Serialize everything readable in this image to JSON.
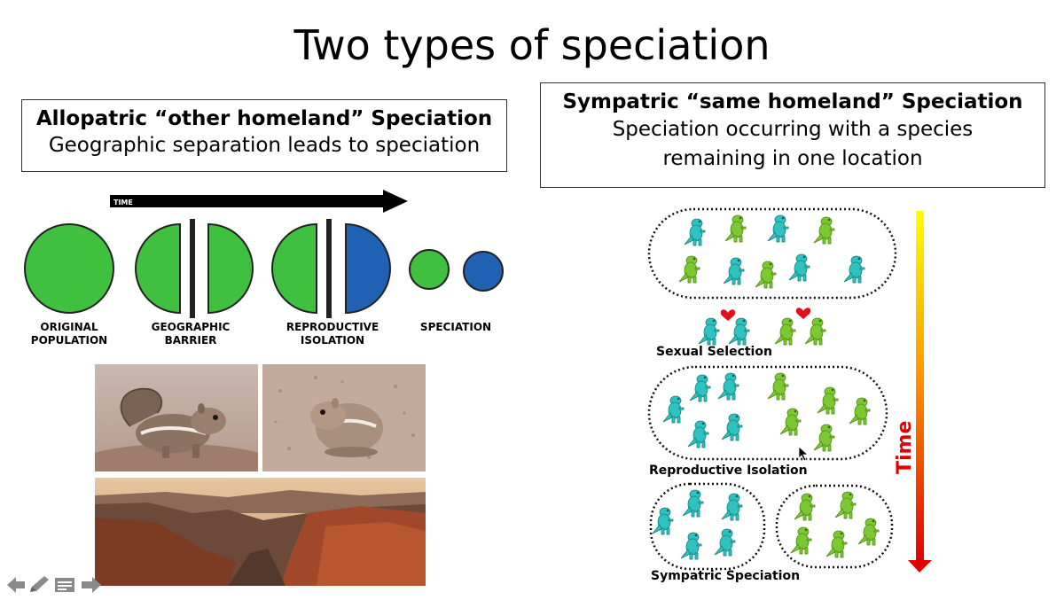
{
  "slide": {
    "title": "Two types of speciation"
  },
  "allopatric": {
    "heading": "Allopatric “other homeland” Speciation",
    "subtitle": "Geographic separation leads to speciation",
    "time_label": "TIME",
    "stages": [
      {
        "line1": "ORIGINAL",
        "line2": "POPULATION"
      },
      {
        "line1": "GEOGRAPHIC",
        "line2": "BARRIER"
      },
      {
        "line1": "REPRODUCTIVE",
        "line2": "ISOLATION"
      },
      {
        "line1": "SPECIATION",
        "line2": ""
      }
    ],
    "colors": {
      "green": "#3fc13f",
      "blue": "#1f62b3"
    }
  },
  "sympatric": {
    "heading": "Sympatric “same homeland” Speciation",
    "subtitle": "Speciation occurring with a species remaining in one location",
    "labels": {
      "sexual_selection": "Sexual Selection",
      "reproductive_isolation": "Reproductive Isolation",
      "sympatric_speciation": "Sympatric Speciation",
      "time": "Time"
    },
    "colors": {
      "teal": "#2ec3c0",
      "lime": "#7cc831",
      "heart": "#e0101b"
    }
  },
  "icons": [
    "arrow-left-icon",
    "pencil-icon",
    "menu-icon",
    "arrow-right-icon"
  ]
}
